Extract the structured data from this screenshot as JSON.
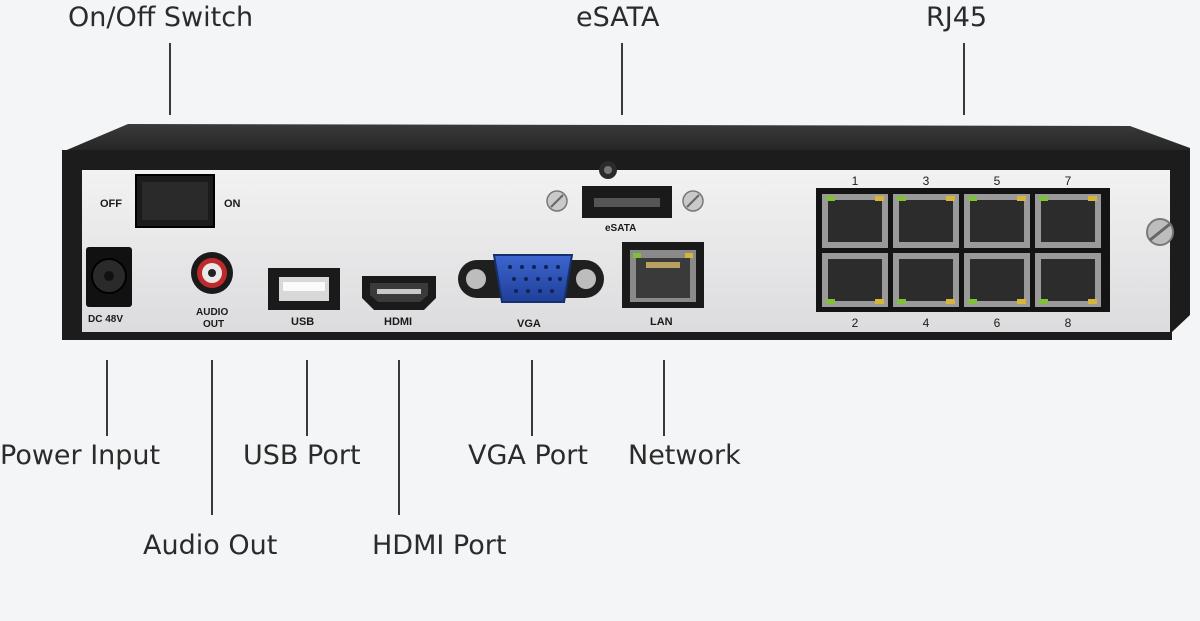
{
  "callouts": {
    "on_off_switch": "On/Off Switch",
    "esata": "eSATA",
    "rj45": "RJ45",
    "power_input": "Power Input",
    "usb_port": "USB Port",
    "vga_port": "VGA Port",
    "network": "Network",
    "audio_out": "Audio Out",
    "hdmi_port": "HDMI Port"
  },
  "panel_labels": {
    "off": "OFF",
    "on": "ON",
    "esata": "eSATA",
    "dc": "DC 48V",
    "audio_line1": "AUDIO",
    "audio_line2": "OUT",
    "usb": "USB",
    "hdmi": "HDMI",
    "vga": "VGA",
    "lan": "LAN",
    "port_numbers_top": [
      "1",
      "3",
      "5",
      "7"
    ],
    "port_numbers_bottom": [
      "2",
      "4",
      "6",
      "8"
    ]
  },
  "colors": {
    "chassis": "#1c1c1c",
    "panel": "#e9e9ea",
    "vga_blue": "#2f55b8",
    "audio_red": "#c0292b",
    "led_green": "#7fbf3a",
    "led_amber": "#d8b53a"
  }
}
